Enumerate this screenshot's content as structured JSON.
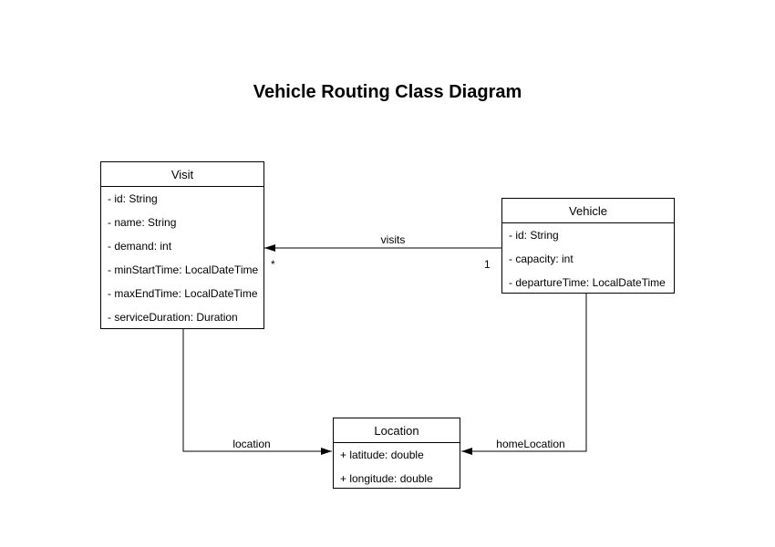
{
  "title": "Vehicle Routing Class Diagram",
  "colors": {
    "line": "#000000",
    "background": "#ffffff",
    "box_fill": "#ffffff",
    "text": "#000000"
  },
  "classes": {
    "visit": {
      "name": "Visit",
      "attributes": [
        "- id: String",
        "- name: String",
        "- demand: int",
        "- minStartTime: LocalDateTime",
        "- maxEndTime: LocalDateTime",
        "- serviceDuration: Duration"
      ]
    },
    "vehicle": {
      "name": "Vehicle",
      "attributes": [
        "- id: String",
        "- capacity: int",
        "- departureTime: LocalDateTime"
      ]
    },
    "location": {
      "name": "Location",
      "attributes": [
        "+ latitude: double",
        "+ longitude: double"
      ]
    }
  },
  "associations": {
    "visits": {
      "label": "visits",
      "source": "Vehicle",
      "target": "Visit",
      "source_multiplicity": "1",
      "target_multiplicity": "*"
    },
    "location": {
      "label": "location",
      "source": "Visit",
      "target": "Location"
    },
    "homeLocation": {
      "label": "homeLocation",
      "source": "Vehicle",
      "target": "Location"
    }
  }
}
